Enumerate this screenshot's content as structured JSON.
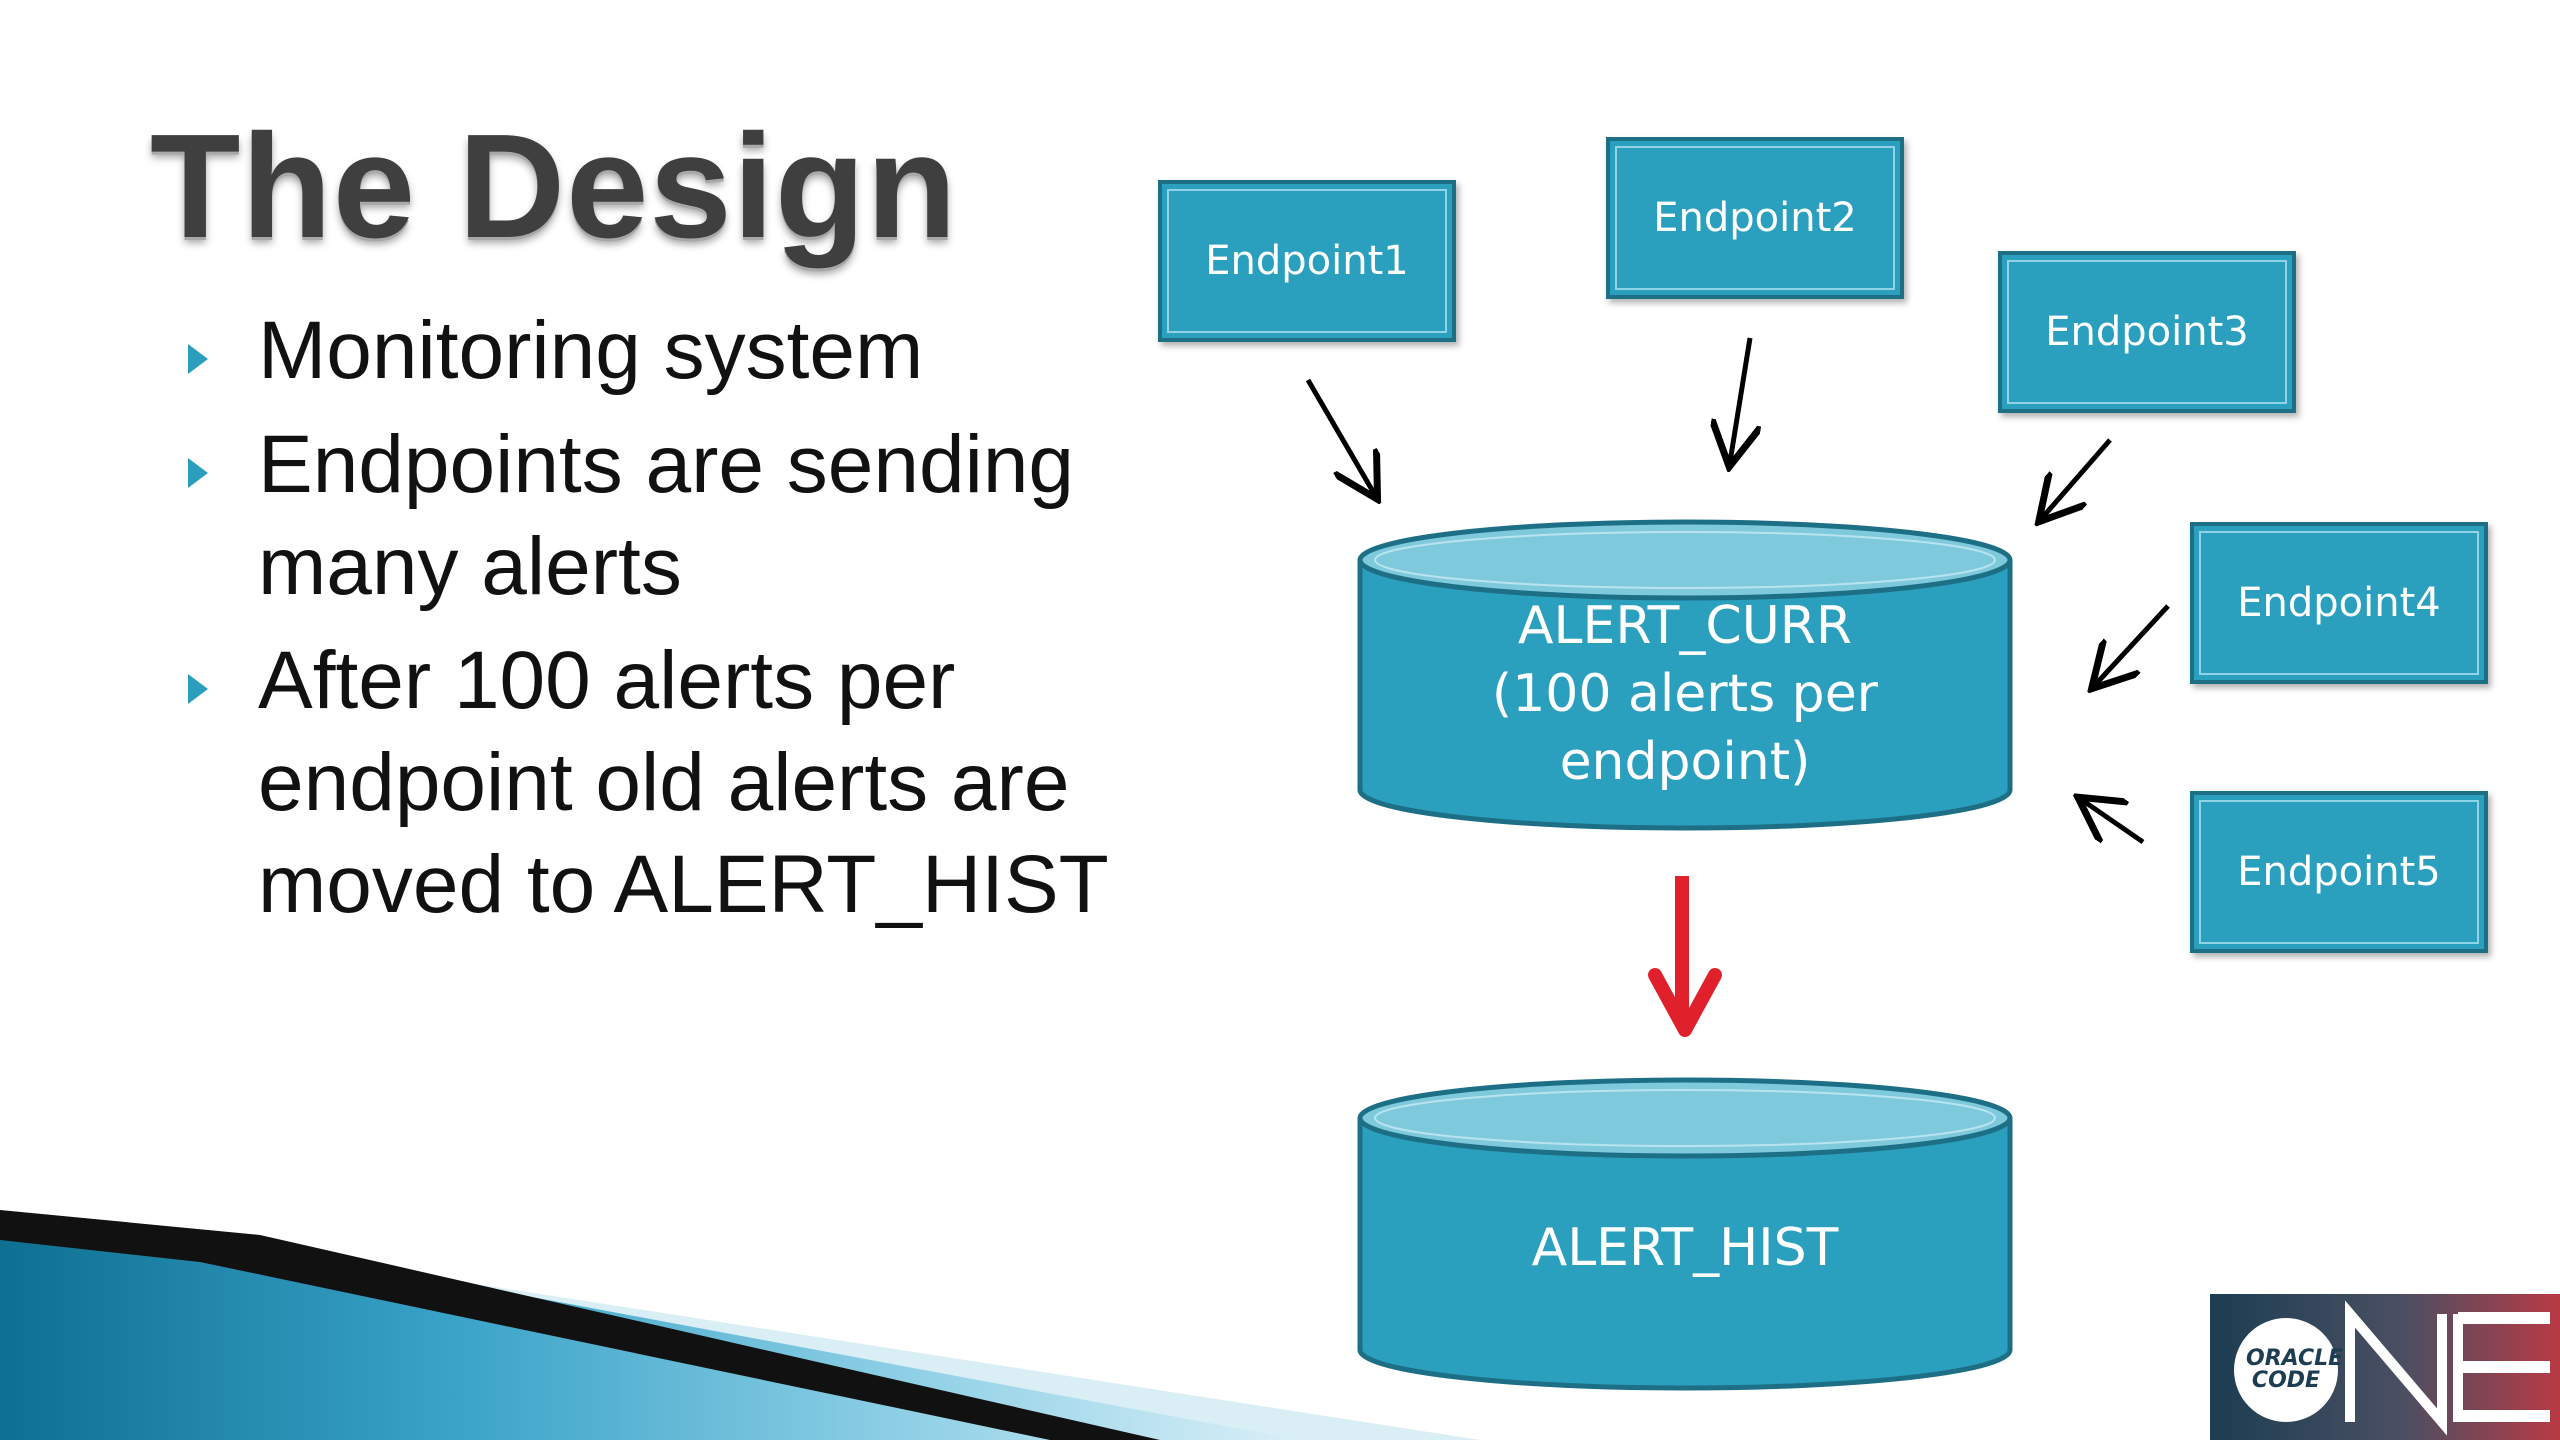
{
  "slide": {
    "title": "The Design",
    "bullets": [
      {
        "lines": [
          "Monitoring system"
        ]
      },
      {
        "lines": [
          "Endpoints are sending",
          "many alerts"
        ]
      },
      {
        "lines": [
          "After 100 alerts per",
          "endpoint old alerts are",
          "moved to ALERT_HIST"
        ]
      }
    ]
  },
  "diagram": {
    "endpoints": [
      "Endpoint1",
      "Endpoint2",
      "Endpoint3",
      "Endpoint4",
      "Endpoint5"
    ],
    "current_table": {
      "lines": [
        "ALERT_CURR",
        "(100 alerts per",
        "endpoint)"
      ]
    },
    "history_table": {
      "label": "ALERT_HIST"
    }
  },
  "logo": {
    "lines": [
      "ORACLE",
      "CODE"
    ]
  },
  "colors": {
    "accent_teal": "#2b9fbe",
    "teal_border": "#1d6f86",
    "teal_light": "#7fc9dd",
    "move_arrow_red": "#e0202a",
    "title_gray": "#3f3f3f",
    "bullet_marker": "#2b9dbd"
  }
}
